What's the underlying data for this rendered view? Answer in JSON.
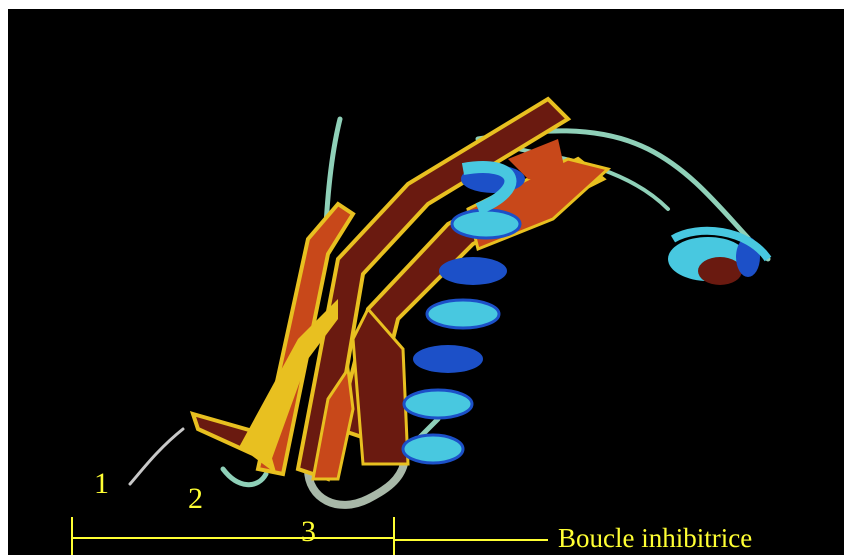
{
  "figure": {
    "labels": {
      "loop_1": "1",
      "loop_2": "2",
      "loop_3": "3",
      "annotation": "Boucle inhibitrice"
    },
    "colors": {
      "background": "#000000",
      "label": "#ffff33",
      "strand_dark": "#6a1a10",
      "strand_light": "#e8c020",
      "strand_orange": "#c8481a",
      "helix_light": "#48c8e0",
      "helix_dark": "#1c50c8",
      "coil": "#8fd0b8"
    }
  }
}
